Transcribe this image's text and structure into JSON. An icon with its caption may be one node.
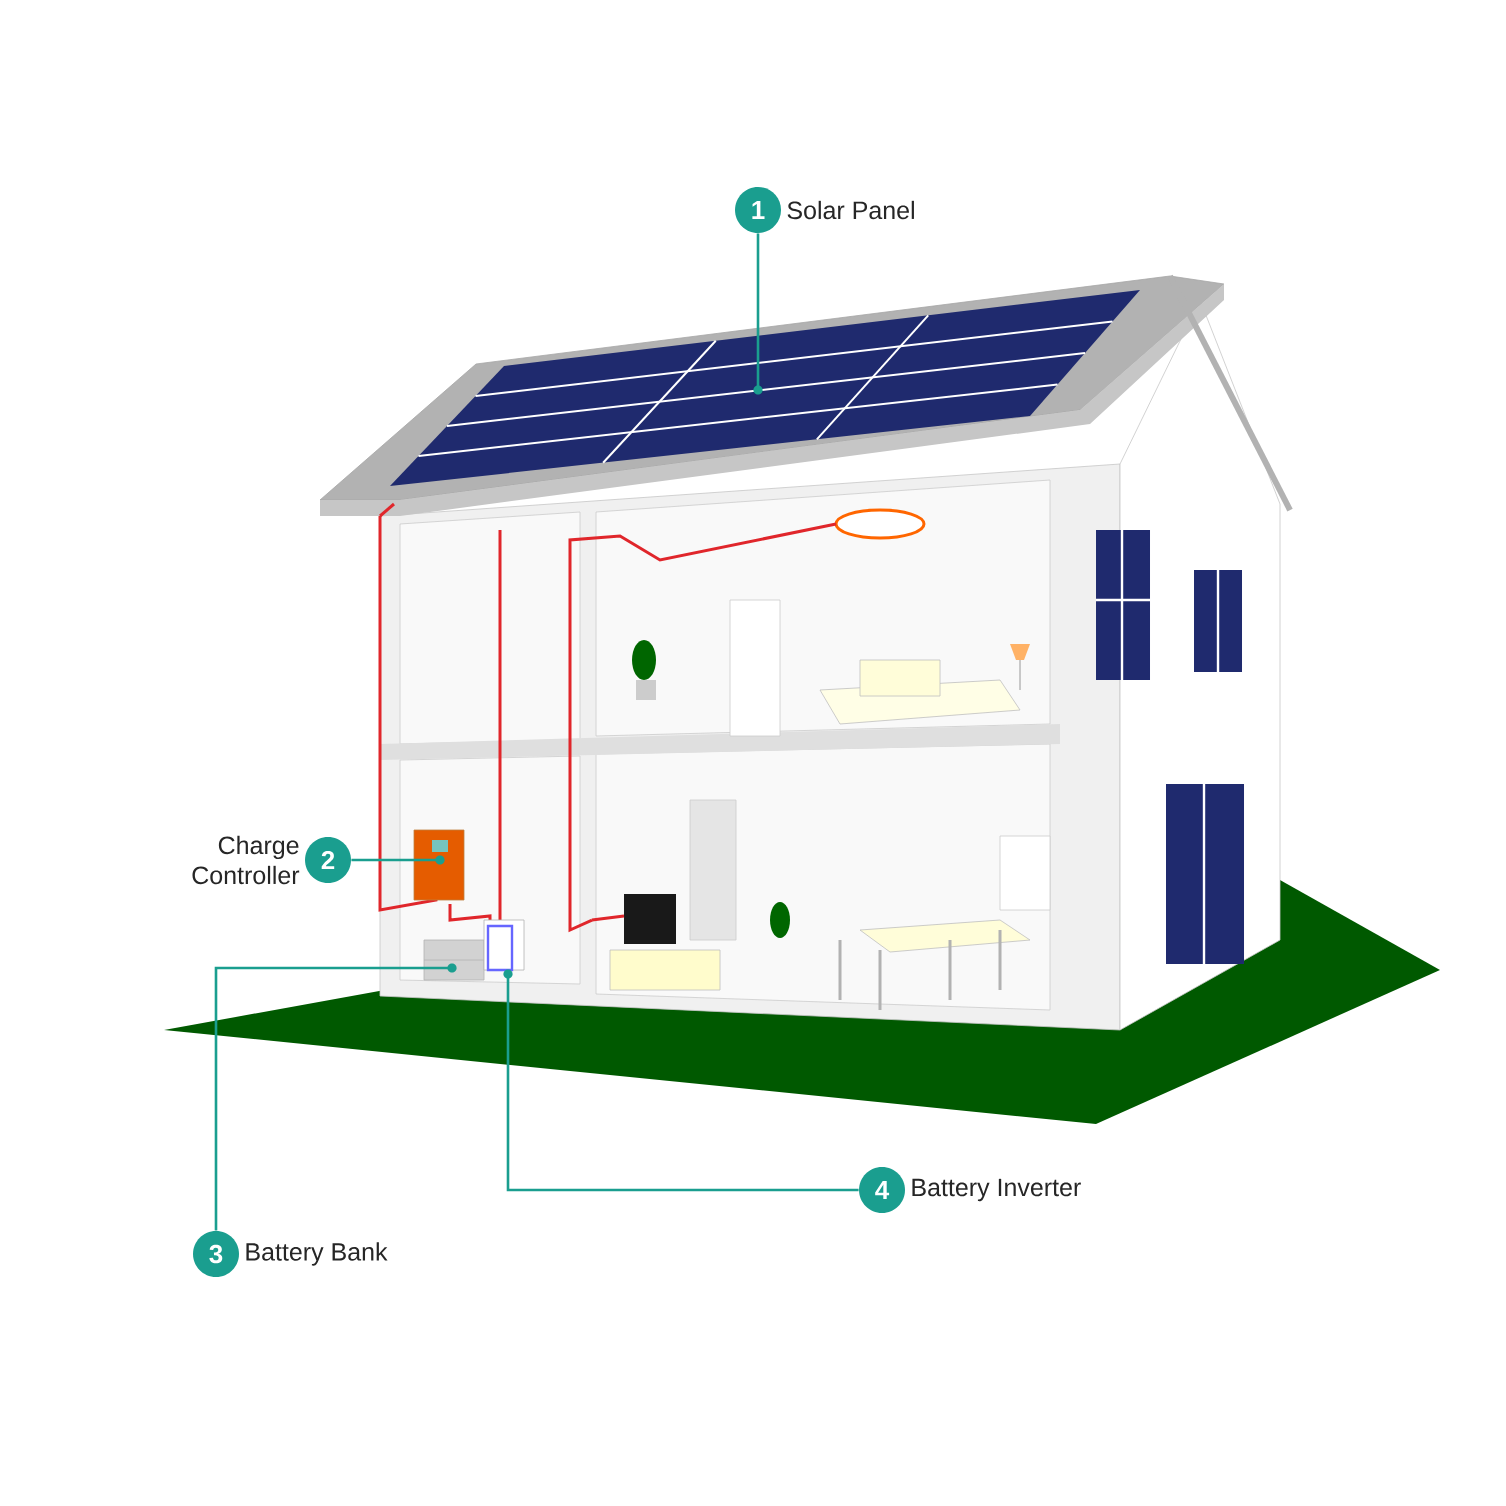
{
  "diagram": {
    "nodes": [
      {
        "text": [
          "1"
        ],
        "beside": [
          "Solar Panel"
        ]
      },
      {
        "text": [],
        "shape": "picture"
      },
      {
        "text": [
          "2"
        ],
        "beside": [
          "Charge Controller"
        ]
      },
      {
        "text": [],
        "shape": "picture"
      },
      {
        "text": [
          "3"
        ],
        "beside": [
          "Battery Bank"
        ]
      },
      {
        "text": [],
        "shape": "picture"
      },
      {
        "text": [
          "4"
        ],
        "beside": [
          "Battery Inverter"
        ]
      },
      {
        "text": [],
        "shape": "picture"
      }
    ],
    "edges": [
      {
        "from": 0,
        "to": 1,
        "arrow": "none"
      },
      {
        "from": 2,
        "to": 3,
        "arrow": "none"
      },
      {
        "from": 4,
        "to": 5,
        "arrow": "none"
      },
      {
        "from": 6,
        "to": 7,
        "arrow": "none"
      }
    ]
  }
}
